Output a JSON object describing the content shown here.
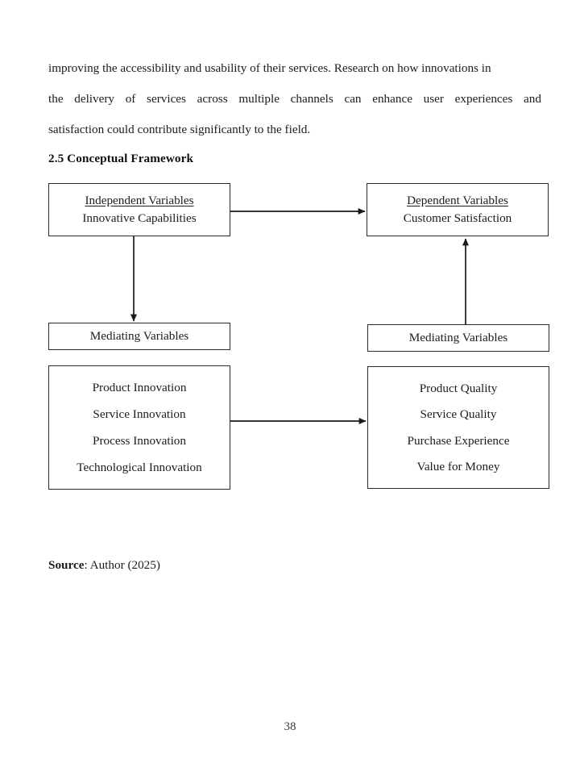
{
  "document": {
    "paragraph": {
      "line1": "improving the accessibility and usability of their services. Research on how innovations in",
      "line2_words": [
        "the",
        "delivery",
        "of",
        "services",
        "across",
        "multiple",
        "channels",
        "can",
        "enhance",
        "user",
        "experiences",
        "and"
      ],
      "line3": "satisfaction could contribute significantly to the field."
    },
    "heading": "2.5 Conceptual Framework",
    "source": {
      "label": "Source",
      "value": ": Author (2025)"
    },
    "page_number": "38"
  },
  "figure": {
    "independent": {
      "title": "Independent Variables",
      "subtitle": "Innovative Capabilities"
    },
    "dependent": {
      "title": "Dependent Variables",
      "subtitle": "Customer Satisfaction"
    },
    "mediating_left": {
      "title": "Mediating Variables"
    },
    "mediating_right": {
      "title": "Mediating Variables"
    },
    "innovation_items": [
      "Product Innovation",
      "Service Innovation",
      "Process Innovation",
      "Technological Innovation"
    ],
    "quality_items": [
      "Product Quality",
      "Service Quality",
      "Purchase Experience",
      "Value for Money"
    ],
    "connectors": [
      {
        "name": "independent-to-dependent",
        "direction": "right"
      },
      {
        "name": "independent-to-mediating-left",
        "direction": "down"
      },
      {
        "name": "mediating-right-to-dependent",
        "direction": "up"
      },
      {
        "name": "innovation-to-quality",
        "direction": "right"
      }
    ],
    "colors": {
      "border": "#2b2b2b",
      "text": "#1c1c1c",
      "arrow": "#1a1a1a",
      "background": "#ffffff"
    }
  }
}
